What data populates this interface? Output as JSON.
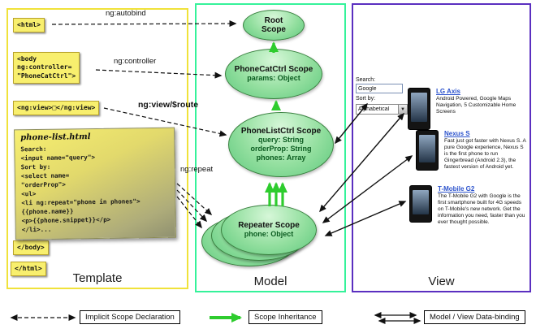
{
  "panels": {
    "template": "Template",
    "model": "Model",
    "view": "View"
  },
  "template": {
    "html_open": "<html>",
    "body_open": "<body\n ng:controller=\n \"PhoneCatCtrl\">",
    "ng_view": "<ng:view>□</ng:view>",
    "body_close": "</body>",
    "html_close": "</html>",
    "code_block": {
      "title": "phone-list.html",
      "lines": [
        "Search:",
        "<input name=\"query\">",
        "Sort by:",
        "<select name=",
        "\"orderProp\">",
        "<ul>",
        "<li ng:repeat=\"phone in phones\">",
        "{{phone.name}}",
        "<p>{{phone.snippet}}</p>",
        "</li>..."
      ]
    }
  },
  "arrows": {
    "autobind": "ng:autobind",
    "controller": "ng:controller",
    "view_route": "ng:view/$route",
    "repeat": "ng:repeat"
  },
  "scopes": {
    "root": {
      "title": "Root Scope"
    },
    "phonecat": {
      "title": "PhoneCatCtrl Scope",
      "props": [
        "params: Object"
      ]
    },
    "phonelist": {
      "title": "PhoneListCtrl Scope",
      "props": [
        "query: String",
        "orderProp: String",
        "phones: Array"
      ]
    },
    "repeater": {
      "title": "Repeater Scope",
      "props": [
        "phone: Object"
      ]
    }
  },
  "view": {
    "search_label": "Search:",
    "search_value": "Google",
    "sort_label": "Sort by:",
    "sort_value": "Alphabetical",
    "phones": [
      {
        "name": "LG Axis",
        "desc": "Android Powered, Google Maps Navigation, 5 Customizable Home Screens"
      },
      {
        "name": "Nexus S",
        "desc": "Fast just got faster with Nexus S. A pure Google experience, Nexus S is the first phone to run Gingerbread (Android 2.3), the fastest version of Android yet."
      },
      {
        "name": "T-Mobile G2",
        "desc": "The T-Mobile G2 with Google is the first smartphone built for 4G speeds on T-Mobile's new network. Get the information you need, faster than you ever thought possible."
      }
    ]
  },
  "legend": {
    "implicit": "Implicit Scope Declaration",
    "inheritance": "Scope Inheritance",
    "binding": "Model / View Data-binding"
  },
  "colors": {
    "template_border": "#f0e23a",
    "model_border": "#35f29a",
    "view_border": "#5b2fc0",
    "scope_green": "#7ed492",
    "arrow_green": "#2ecc2e",
    "link_blue": "#2b52cc"
  }
}
